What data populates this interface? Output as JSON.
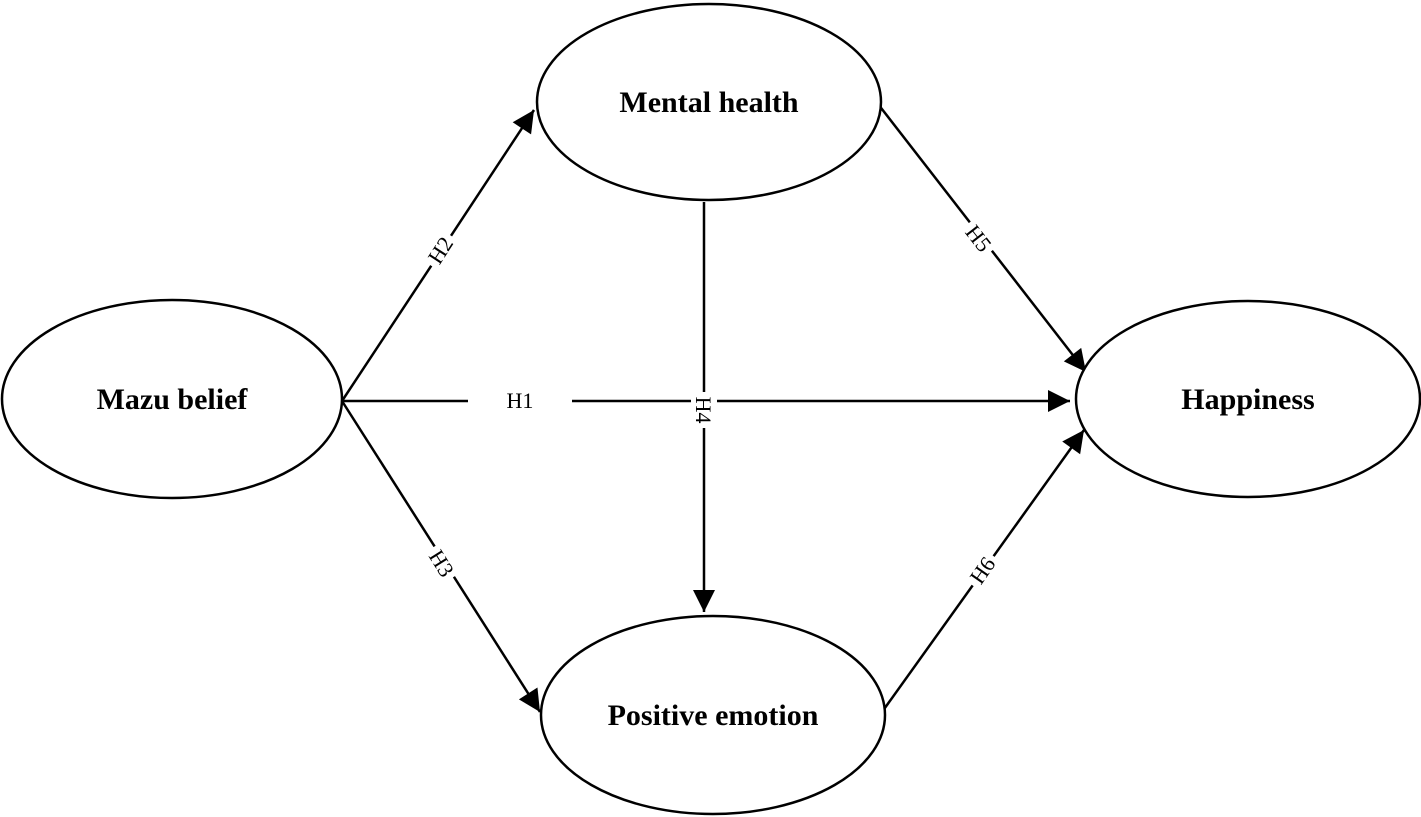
{
  "nodes": {
    "mazu": "Mazu belief",
    "mental": "Mental health",
    "positive": "Positive emotion",
    "happiness": "Happiness"
  },
  "edges": {
    "h1": "H1",
    "h2": "H2",
    "h3": "H3",
    "h4": "H4",
    "h5": "H5",
    "h6": "H6"
  }
}
